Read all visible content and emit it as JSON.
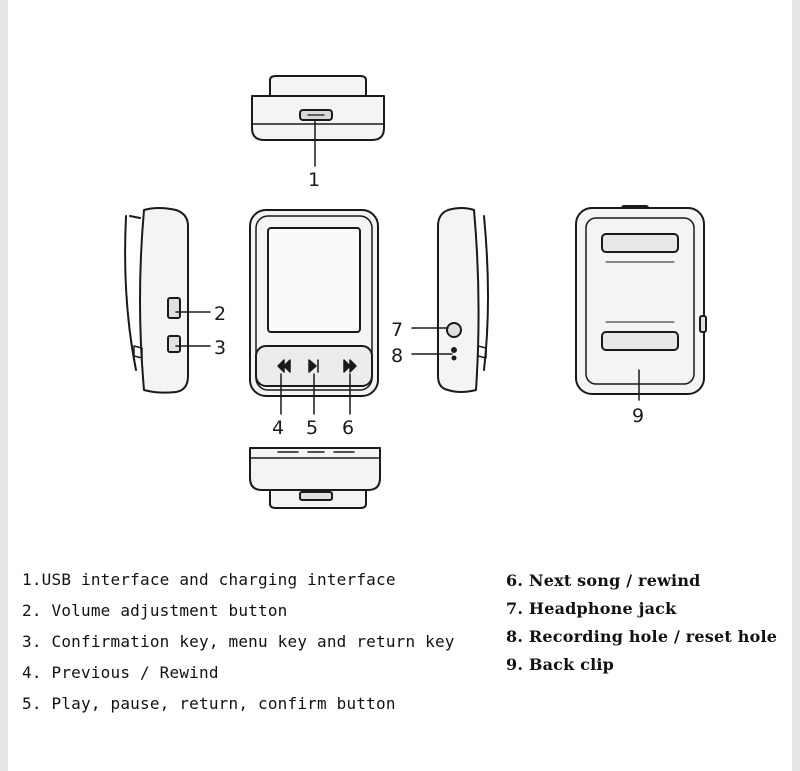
{
  "callouts": [
    "1",
    "2",
    "3",
    "4",
    "5",
    "6",
    "7",
    "8",
    "9"
  ],
  "legend_left": [
    "1.USB interface and charging interface",
    "2. Volume adjustment button",
    "3. Confirmation key, menu key and return key",
    "4. Previous / Rewind",
    "5. Play, pause, return, confirm button"
  ],
  "legend_right": [
    "6. Next song / rewind",
    "7. Headphone jack",
    "8. Recording hole / reset hole",
    "9. Back clip"
  ],
  "colors": {
    "line": "#1a1a1a",
    "body_fill": "#f4f4f4",
    "screen_fill": "#fafafa"
  }
}
